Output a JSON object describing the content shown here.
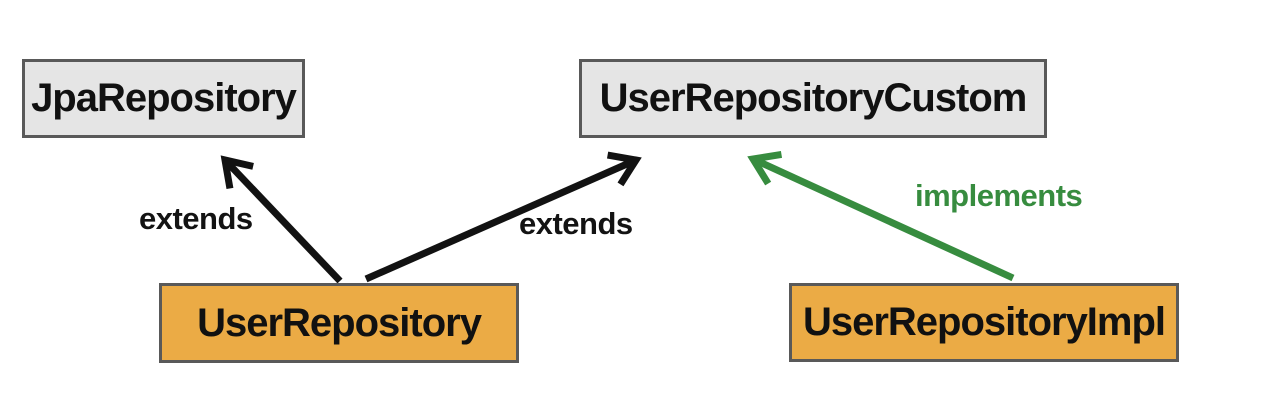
{
  "diagram": {
    "nodes": [
      {
        "id": "jpa-repository",
        "label": "JpaRepository",
        "kind": "interface"
      },
      {
        "id": "user-repository-custom",
        "label": "UserRepositoryCustom",
        "kind": "interface"
      },
      {
        "id": "user-repository",
        "label": "UserRepository",
        "kind": "class"
      },
      {
        "id": "user-repository-impl",
        "label": "UserRepositoryImpl",
        "kind": "class"
      }
    ],
    "edges": [
      {
        "from": "UserRepository",
        "to": "JpaRepository",
        "label": "extends",
        "color": "#121212"
      },
      {
        "from": "UserRepository",
        "to": "UserRepositoryCustom",
        "label": "extends",
        "color": "#121212"
      },
      {
        "from": "UserRepositoryImpl",
        "to": "UserRepositoryCustom",
        "label": "implements",
        "color": "#378c3f"
      }
    ]
  },
  "colors": {
    "interface_fill": "#e5e5e5",
    "interface_border": "#595959",
    "class_fill": "#ebab45",
    "class_border": "#595959",
    "arrow_black": "#121212",
    "arrow_green": "#378c3f",
    "background": "#ffffff"
  }
}
